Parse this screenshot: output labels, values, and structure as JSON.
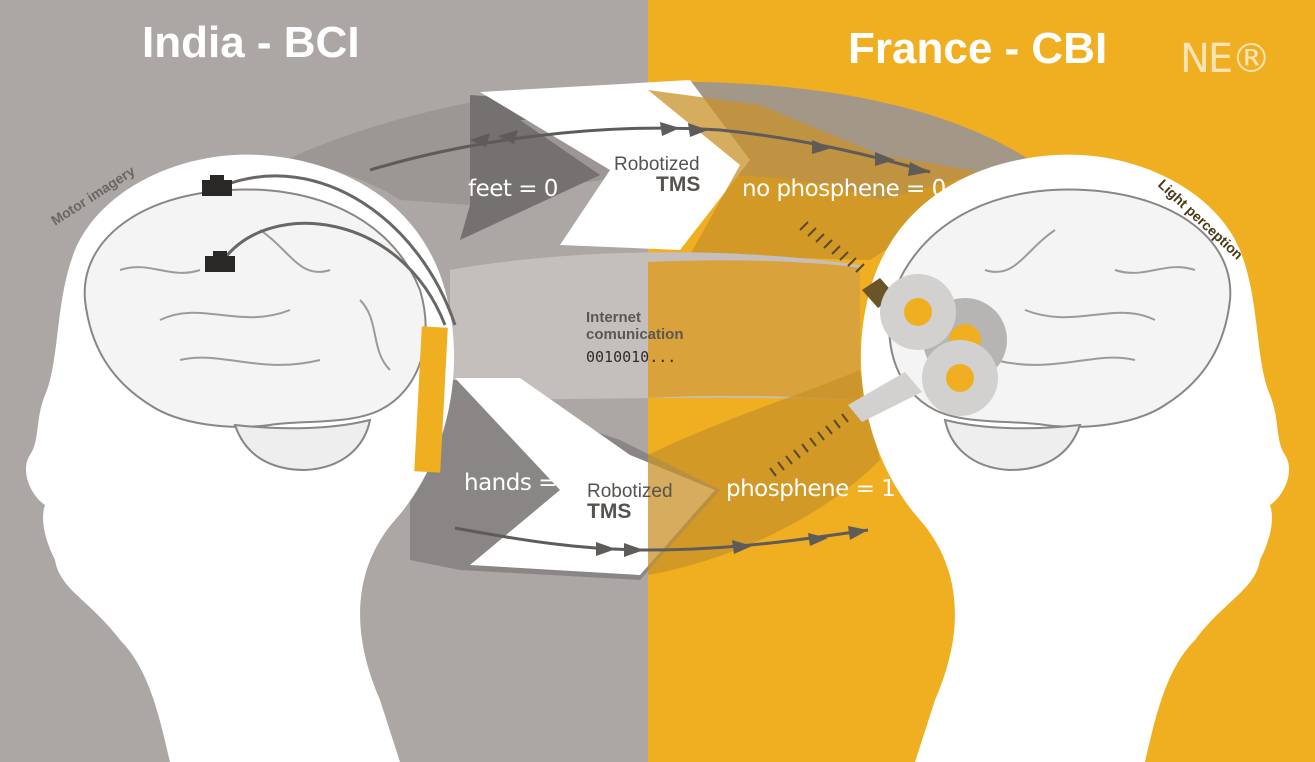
{
  "titles": {
    "left": "India - BCI",
    "right": "France - CBI"
  },
  "logo": {
    "text": "NE®"
  },
  "labels": {
    "motor_imagery": "Motor imagery",
    "light_perception": "Light perception",
    "feet": "feet = 0",
    "no_phosphene": "no phosphene = 0",
    "robotized_top_a": "Robotized",
    "robotized_top_b": "TMS",
    "hands": "hands = 1",
    "phosphene": "phosphene = 1",
    "robotized_bottom_a": "Robotized",
    "robotized_bottom_b": "TMS",
    "internet_1": "Internet",
    "internet_2": "comunication",
    "binary": "0010010..."
  },
  "colors": {
    "left_bg": "#aca6a4",
    "right_bg": "#f0ae21",
    "head": "#ffffff",
    "band_dark": "#7a7675",
    "band_light": "#c7c2c0",
    "arrow": "#5f5b59",
    "electrode": "#2a2827",
    "tms_coil": "#d0cfcd"
  }
}
